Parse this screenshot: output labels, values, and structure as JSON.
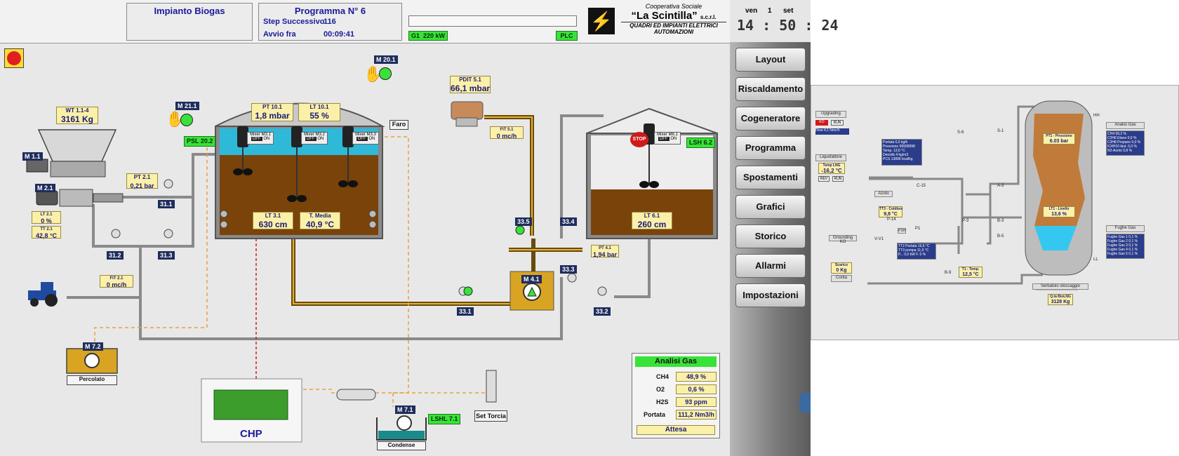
{
  "header": {
    "plant_title": "Impianto Biogas",
    "program": {
      "title": "Programma N° 6",
      "step_label": "Step Successivo",
      "step_value": "116",
      "start_label": "Avvio fra",
      "start_value": "00:09:41"
    },
    "g1_label": "G1",
    "g1_value": "220 kW",
    "plc_label": "PLC",
    "logo": {
      "line1": "Cooperativa Sociale",
      "name": "“La  Scintilla”",
      "suffix": "s.c.r.l.",
      "line3": "QUADRI ED IMPIANTI ELETTRICI",
      "line4": "AUTOMAZIONI"
    }
  },
  "clock": {
    "day": "ven",
    "date": "1",
    "month": "set",
    "time": "14 : 50 : 24"
  },
  "nav": [
    "Layout",
    "Riscaldamento",
    "Cogeneratore",
    "Programma",
    "Spostamenti",
    "Grafici",
    "Storico",
    "Allarmi",
    "Impostazioni"
  ],
  "scada": {
    "m20": "M 20.1",
    "m21": "M 21.1",
    "psl": "PSL 20.2",
    "faro": "Faro",
    "pt10": {
      "label": "PT 10.1",
      "value": "1,8 mbar"
    },
    "lt10": {
      "label": "LT 10.1",
      "value": "55 %"
    },
    "mixers": [
      "Mixer M3.1",
      "Mixer M3.2",
      "Mixer M3.3"
    ],
    "mixer6": "Mixer M6.1",
    "off": "OFF",
    "on": "ON",
    "stop": "STOP",
    "lt3": {
      "label": "LT 3.1",
      "value": "630 cm"
    },
    "tmedia": {
      "label": "T. Media",
      "value": "40,9 °C"
    },
    "lt6": {
      "label": "LT 6.1",
      "value": "260 cm"
    },
    "lsh6": "LSH 6.2",
    "wt": {
      "label": "WT 1.1-4",
      "value": "3161 Kg"
    },
    "m11": "M 1.1",
    "m21b": "M 2.1",
    "pt21": {
      "label": "PT 2.1",
      "value": "0,21 bar"
    },
    "lt21": {
      "label": "LT 2.1",
      "value": "0 %"
    },
    "tt21": {
      "label": "TT 2.1",
      "value": "42,8 °C"
    },
    "fit21": {
      "label": "FIT 2.1",
      "value": "0 mc/h"
    },
    "v311": "31.1",
    "v312": "31.2",
    "v313": "31.3",
    "pdit": {
      "label": "PDIT 5.1",
      "value": "66,1 mbar"
    },
    "fit51": {
      "label": "FIT 5.1",
      "value": "0 mc/h"
    },
    "v335": "33.5",
    "v334": "33.4",
    "v333": "33.3",
    "v331": "33.1",
    "v332": "33.2",
    "pt41": {
      "label": "PT 4.1",
      "value": "1,94 bar"
    },
    "m41": "M 4.1",
    "m72": "M 7.2",
    "percolato": "Percolato",
    "m71": "M 7.1",
    "lshl": "LSHL 7.1",
    "condense": "Condense",
    "chp": "CHP",
    "torcia": "Set Torcia"
  },
  "analisi_gas": {
    "title": "Analisi Gas",
    "rows": [
      {
        "k": "CH4",
        "v": "48,9 %"
      },
      {
        "k": "O2",
        "v": "0,6 %"
      },
      {
        "k": "H2S",
        "v": "93 ppm"
      },
      {
        "k": "Portata",
        "v": "111,2 Nm3/h"
      }
    ],
    "status": "Attesa"
  },
  "biomethane": {
    "upgrading": "Upgrading",
    "ko": "KO",
    "run": "RUN",
    "flow": "Flow   4,1 Nmc/h",
    "liquefattore": "Liquefattore",
    "temp_lng_label": "Temp LNG",
    "temp_lng": "-16,2 °C",
    "rev": "REV",
    "run2": "RUN",
    "grounding": "Grounding KO",
    "scarico_label": "Scarico",
    "scarico_value": "0 Kg",
    "conta": "Conta",
    "props": [
      [
        "Portata",
        "0,0 kg/h"
      ],
      [
        "Pressione",
        "99999998"
      ],
      [
        "Temp.",
        "13,6 °C"
      ],
      [
        "Densità",
        "4 kg/m3"
      ],
      [
        "PCS",
        "13896 kcal/kg"
      ]
    ],
    "tt3": {
      "label": "TT3 - Coldbox",
      "value": "9,8 °C"
    },
    "psh": "PSH",
    "p1": "P1",
    "azoto": "Azoto",
    "pump_table": [
      [
        "TT2 Portata",
        "16,6 °C"
      ],
      [
        "TT3 pompa",
        "11,9 °C"
      ],
      [
        "P...",
        "0,0 kW  F.   0 %"
      ]
    ],
    "t1": {
      "label": "T1 - Temp.",
      "value": "12,5 °C"
    },
    "pt1": {
      "label": "PT1 - Pressione",
      "value": "6.03 bar"
    },
    "lt1": {
      "label": "LT1 - Livello",
      "value": "13,6 %"
    },
    "tank": "Serbatoio stoccaggio",
    "qty": {
      "label": "Q.tà BioLNG",
      "value": "3128 Kg"
    },
    "valves": [
      "S-1",
      "S-6",
      "C-15",
      "A-3",
      "P-14",
      "P-3",
      "B-3",
      "V-V1",
      "B-9",
      "B-5"
    ],
    "hh": "HH",
    "ll": "LL",
    "analisi": {
      "title": "Analisi Gas",
      "rows": [
        [
          "CH4",
          "99,2 %"
        ],
        [
          "C2H6 Etano",
          "0,0 %"
        ],
        [
          "C3H8 Propano",
          "0,0 %"
        ],
        [
          "IC4H10 ibut.",
          "0,0 %"
        ],
        [
          "N2-Azoto",
          "0,8 %"
        ]
      ]
    },
    "fughe": {
      "title": "Fughe Gas",
      "rows": [
        [
          "Fughe Gas 1",
          "0,1 %"
        ],
        [
          "Fughe Gas 2",
          "0,1 %"
        ],
        [
          "Fughe Gas 3",
          "0,1 %"
        ],
        [
          "Fughe Gas 4",
          "0,1 %"
        ],
        [
          "Fughe Gas 5",
          "0,1 %"
        ]
      ]
    }
  },
  "colors": {
    "gas_green": "#39e239",
    "value_yellow": "#fbf0a8",
    "tag_navy": "#1e2d5c",
    "digestate": "#7a4309",
    "pipe": "#8c6410"
  }
}
